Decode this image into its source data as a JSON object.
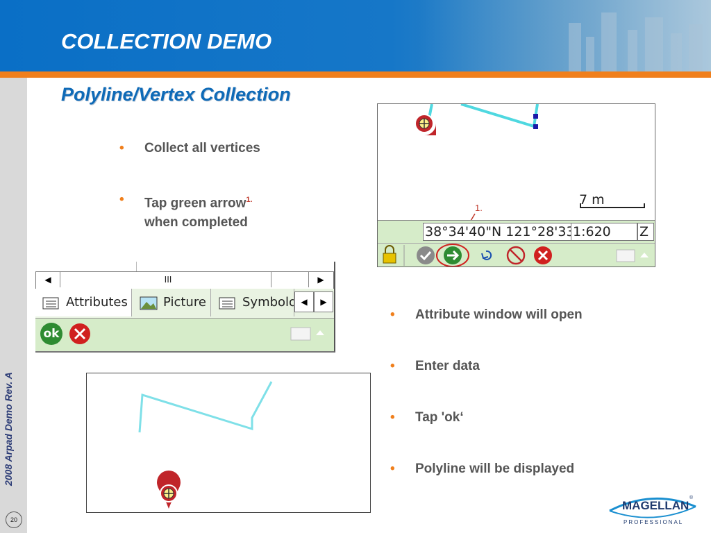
{
  "header": {
    "title": "COLLECTION DEMO"
  },
  "subtitle": "Polyline/Vertex Collection",
  "bullets_top": [
    {
      "text": "Collect all vertices"
    },
    {
      "text": "Tap green arrow",
      "sup": "1.",
      "text2": "when completed"
    }
  ],
  "bullets_right": [
    "Attribute window will open",
    "Enter data",
    "Tap 'ok‘",
    "Polyline will be displayed"
  ],
  "footer": {
    "vertical_text": "2008 Arpad Demo Rev. A",
    "page_number": "20"
  },
  "map1": {
    "callout": "1.",
    "scale_label": "7 m",
    "status": {
      "coordinates": "38°34'40\"N 121°28'33",
      "scale": "1:620",
      "zoom": "Z"
    },
    "toolbar_icons": [
      "lock-icon",
      "check-icon",
      "green-arrow-icon",
      "undo-icon",
      "no-gps-icon",
      "cancel-icon",
      "keyboard-icon"
    ]
  },
  "attr_panel": {
    "scroll_label": "III",
    "tabs": [
      "Attributes",
      "Picture",
      "Symbolo"
    ],
    "ok_label": "ok"
  },
  "logo": {
    "brand": "MAGELLAN",
    "reg": "®",
    "tagline": "PROFESSIONAL"
  },
  "colors": {
    "accent_orange": "#f07f1c",
    "header_blue": "#0a6fc6",
    "toolbar_green": "#d6ecc9",
    "track_cyan": "#4fd8e0"
  }
}
